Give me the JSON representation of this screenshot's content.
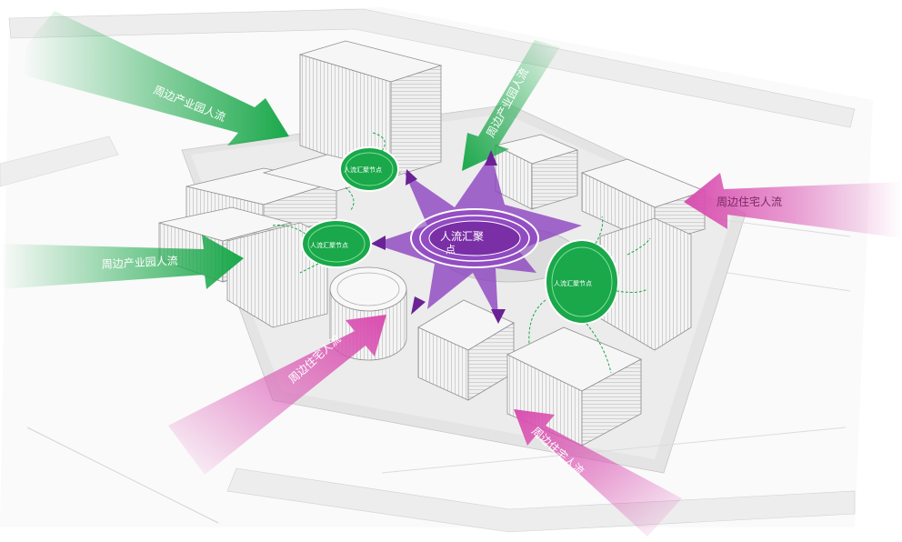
{
  "labels": {
    "industrial_flow": "周边产业园人流",
    "residential_flow": "周边住宅人流",
    "main_hub_line1": "人流汇聚",
    "main_hub_line2": "点",
    "node": "人流汇聚节点"
  },
  "colors": {
    "green": "#1aa84a",
    "green_fade": "#7fd69a",
    "pink": "#d94fb0",
    "pink_fade": "#f5c4e6",
    "purple": "#7a2fa6",
    "purple_light": "#a86fd0",
    "building": "#f2f2f2",
    "building_line": "#9a9a9a",
    "ground": "#e6e6e6"
  },
  "icons": [
    "arrow-icon",
    "ellipse-node-icon",
    "dashed-flow-icon"
  ]
}
